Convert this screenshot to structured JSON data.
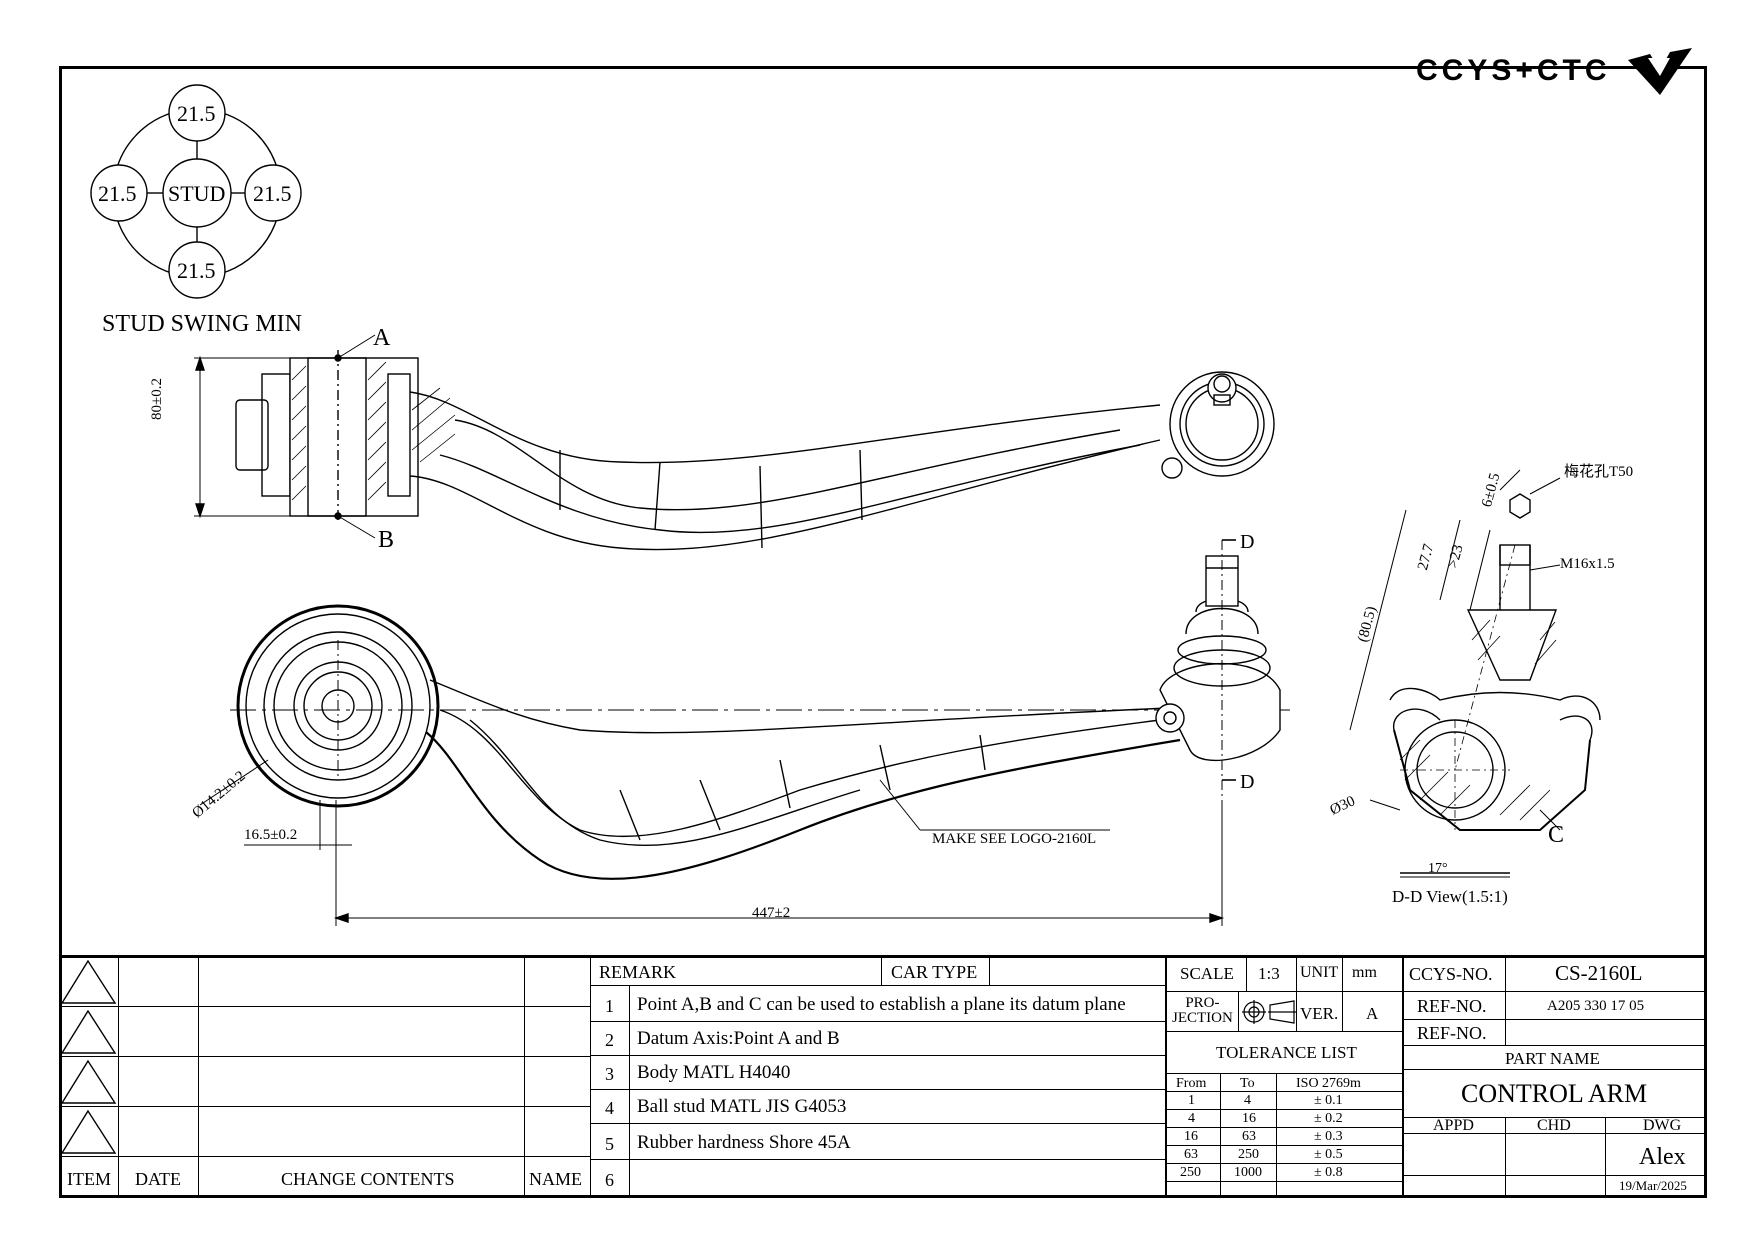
{
  "brand": {
    "text": "CCYS+CTC"
  },
  "stud_swing": {
    "label": "STUD SWING MIN",
    "center": "STUD",
    "angles": [
      "21.5",
      "21.5",
      "21.5",
      "21.5"
    ]
  },
  "points": {
    "a": "A",
    "b": "B",
    "c": "C"
  },
  "dims": {
    "height": "80±0.2",
    "bore": "Ø14.2±0.2",
    "offset": "16.5±0.2",
    "length": "447±2",
    "logo_note": "MAKE SEE LOGO-2160L",
    "section": "D",
    "torx": "梅花孔T50",
    "thread": "M16x1.5",
    "tip": "6±0.5",
    "d277": "27.7",
    "d23": ">23",
    "d805": "(80.5)",
    "ball": "Ø30",
    "angle17": "17°",
    "view": "D-D View(1.5:1)"
  },
  "change_block": {
    "headers": [
      "ITEM",
      "DATE",
      "CHANGE CONTENTS",
      "NAME"
    ]
  },
  "remarks": {
    "header": "REMARK",
    "car_type": "CAR TYPE",
    "rows": [
      {
        "num": "1",
        "text": "Point A,B and C can be used to establish a plane its datum plane"
      },
      {
        "num": "2",
        "text": "Datum Axis:Point A and B"
      },
      {
        "num": "3",
        "text": "Body MATL H4040"
      },
      {
        "num": "4",
        "text": "Ball stud MATL JIS G4053"
      },
      {
        "num": "5",
        "text": "Rubber hardness Shore 45A"
      },
      {
        "num": "6",
        "text": ""
      }
    ]
  },
  "scale_block": {
    "scale_label": "SCALE",
    "scale": "1:3",
    "unit_label": "UNIT",
    "unit": "mm",
    "projection_label": "PRO-\nJECTION",
    "ver_label": "VER.",
    "ver": "A"
  },
  "tolerance": {
    "title": "TOLERANCE LIST",
    "headers": [
      "From",
      "To",
      "ISO 2769m"
    ],
    "rows": [
      [
        "1",
        "4",
        "± 0.1"
      ],
      [
        "4",
        "16",
        "± 0.2"
      ],
      [
        "16",
        "63",
        "± 0.3"
      ],
      [
        "63",
        "250",
        "± 0.5"
      ],
      [
        "250",
        "1000",
        "± 0.8"
      ]
    ]
  },
  "title_block": {
    "ccys_label": "CCYS-NO.",
    "ccys_no": "CS-2160L",
    "ref_label": "REF-NO.",
    "ref_no": "A205 330 17 05",
    "ref_label2": "REF-NO.",
    "ref_no2": "",
    "part_name_label": "PART NAME",
    "part_name": "CONTROL ARM",
    "appd": "APPD",
    "chd": "CHD",
    "dwg": "DWG",
    "drawer": "Alex",
    "date": "19/Mar/2025"
  }
}
